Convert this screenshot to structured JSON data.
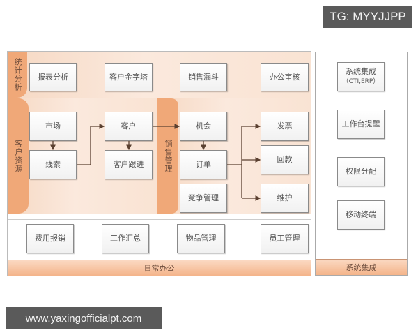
{
  "watermark_top": "TG: MYYJJPP",
  "watermark_bottom": "www.yaxingofficialpt.com",
  "sections": {
    "stats": {
      "label": "统计分析",
      "boxes": [
        "报表分析",
        "客户金字塔",
        "销售漏斗",
        "办公审核"
      ]
    },
    "customer": {
      "label": "客户资源",
      "boxes": [
        "市场",
        "线索",
        "客户",
        "客户跟进"
      ]
    },
    "sales": {
      "label": "销售管理",
      "boxes": [
        "机会",
        "订单",
        "竞争管理",
        "发票",
        "回款",
        "维护"
      ]
    },
    "office": {
      "label": "日常办公",
      "boxes": [
        "费用报销",
        "工作汇总",
        "物品管理",
        "员工管理"
      ]
    },
    "system": {
      "label": "系统集成",
      "boxes": [
        "系统集成\n（CTI,ERP）",
        "工作台提醒",
        "权限分配",
        "移动终端"
      ]
    }
  },
  "colors": {
    "band": "#f0a878",
    "panel": "#f9e3d3",
    "arrow": "#5a4030",
    "tag_bg": "#5a5a5a"
  }
}
